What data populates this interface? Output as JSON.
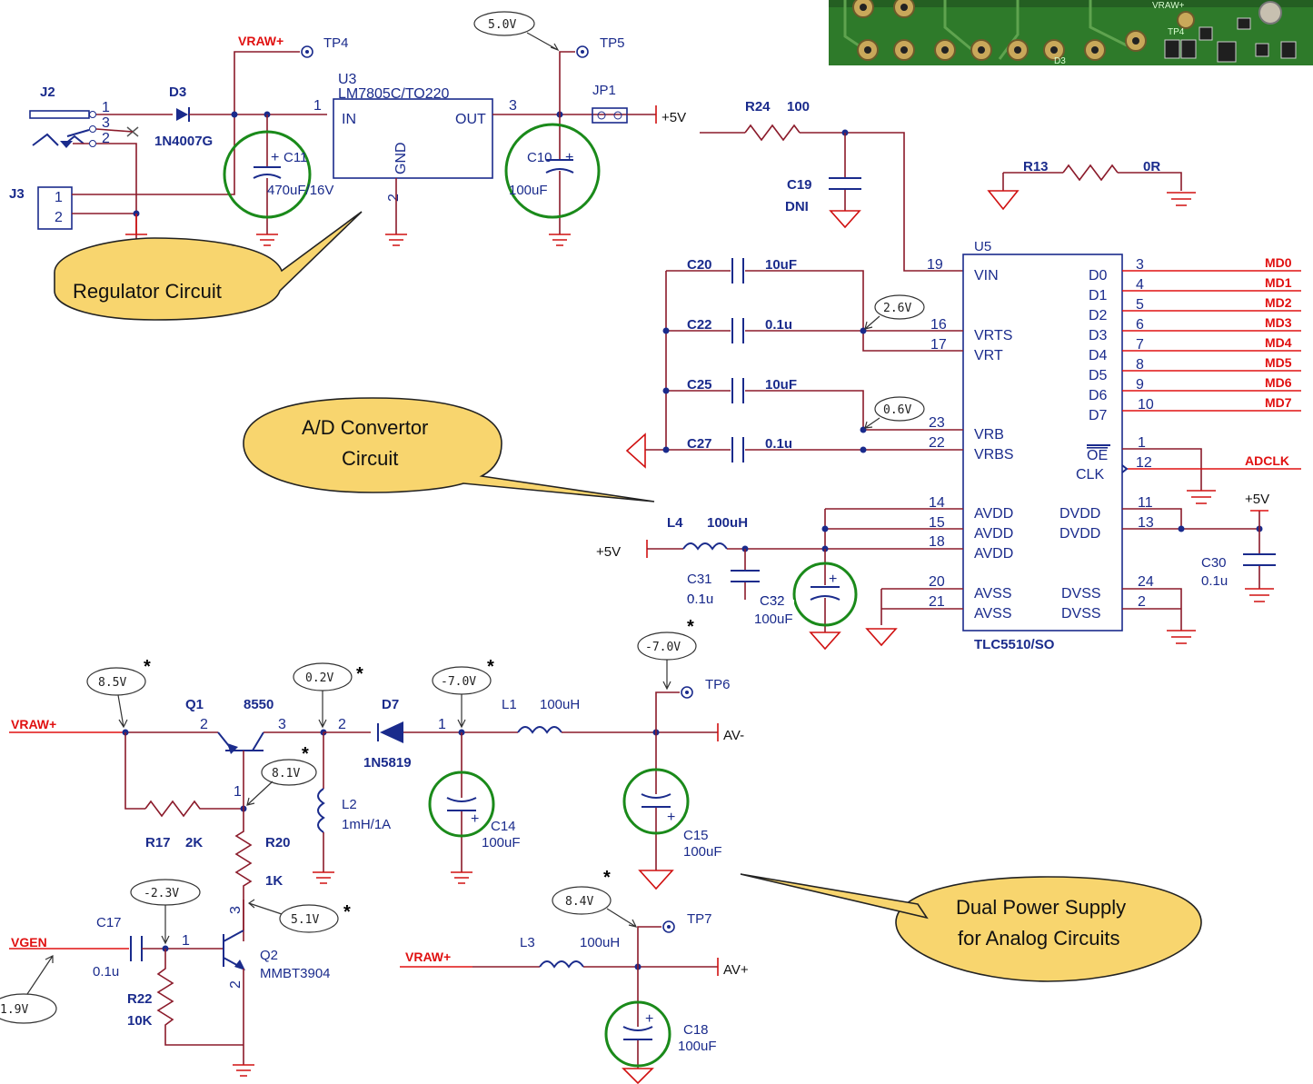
{
  "regulator": {
    "j2": "J2",
    "j3": "J3",
    "d3": "D3",
    "d3_part": "1N4007G",
    "u3": "U3",
    "u3_part": "LM7805C/TO220",
    "pin_in": "IN",
    "pin_out": "OUT",
    "pin_gnd": "GND",
    "c11": "C11",
    "c11_val": "470uF/16V",
    "c10": "C10",
    "c10_val": "100uF",
    "jp1": "JP1",
    "tp4": "TP4",
    "tp5": "TP5",
    "vraw": "VRAW+",
    "plus5v": "+5V",
    "meas_5v": "5.0V",
    "j2_pins": [
      "1",
      "3",
      "2"
    ],
    "j3_pins": [
      "1",
      "2"
    ],
    "u3_pins": [
      "1",
      "3",
      "2"
    ]
  },
  "adc": {
    "r24": "R24",
    "r24_val": "100",
    "c19": "C19",
    "c19_val": "DNI",
    "r13": "R13",
    "r13_val": "0R",
    "u5": "U5",
    "u5_part": "TLC5510/SO",
    "c20": "C20",
    "c20_val": "10uF",
    "c22": "C22",
    "c22_val": "0.1u",
    "c25": "C25",
    "c25_val": "10uF",
    "c27": "C27",
    "c27_val": "0.1u",
    "l4": "L4",
    "l4_val": "100uH",
    "c31": "C31",
    "c31_val": "0.1u",
    "c32": "C32",
    "c32_val": "100uF",
    "c30": "C30",
    "c30_val": "0.1u",
    "plus5v": "+5V",
    "meas_vrts": "2.6V",
    "meas_vrb": "0.6V",
    "left_pins": [
      {
        "num": "19",
        "name": "VIN"
      },
      {
        "num": "16",
        "name": "VRTS"
      },
      {
        "num": "17",
        "name": "VRT"
      },
      {
        "num": "23",
        "name": "VRB"
      },
      {
        "num": "22",
        "name": "VRBS"
      },
      {
        "num": "14",
        "name": "AVDD"
      },
      {
        "num": "15",
        "name": "AVDD"
      },
      {
        "num": "18",
        "name": "AVDD"
      },
      {
        "num": "20",
        "name": "AVSS"
      },
      {
        "num": "21",
        "name": "AVSS"
      }
    ],
    "right_pins": [
      {
        "num": "3",
        "name": "D0",
        "net": "MD0"
      },
      {
        "num": "4",
        "name": "D1",
        "net": "MD1"
      },
      {
        "num": "5",
        "name": "D2",
        "net": "MD2"
      },
      {
        "num": "6",
        "name": "D3",
        "net": "MD3"
      },
      {
        "num": "7",
        "name": "D4",
        "net": "MD4"
      },
      {
        "num": "8",
        "name": "D5",
        "net": "MD5"
      },
      {
        "num": "9",
        "name": "D6",
        "net": "MD6"
      },
      {
        "num": "10",
        "name": "D7",
        "net": "MD7"
      },
      {
        "num": "1",
        "name": "OE",
        "net": ""
      },
      {
        "num": "12",
        "name": "CLK",
        "net": "ADCLK"
      },
      {
        "num": "11",
        "name": "DVDD",
        "net": ""
      },
      {
        "num": "13",
        "name": "DVDD",
        "net": ""
      },
      {
        "num": "24",
        "name": "DVSS",
        "net": ""
      },
      {
        "num": "2",
        "name": "DVSS",
        "net": ""
      }
    ]
  },
  "supply": {
    "vraw": "VRAW+",
    "vgen": "VGEN",
    "q1": "Q1",
    "q1_part": "8550",
    "q2": "Q2",
    "q2_part": "MMBT3904",
    "d7": "D7",
    "d7_part": "1N5819",
    "l1": "L1",
    "l1_val": "100uH",
    "l2": "L2",
    "l2_val": "1mH/1A",
    "l3": "L3",
    "l3_val": "100uH",
    "r17": "R17",
    "r17_val": "2K",
    "r20": "R20",
    "r20_val": "1K",
    "r22": "R22",
    "r22_val": "10K",
    "c17": "C17",
    "c17_val": "0.1u",
    "c14": "C14",
    "c14_val": "100uF",
    "c15": "C15",
    "c15_val": "100uF",
    "c18": "C18",
    "c18_val": "100uF",
    "tp6": "TP6",
    "tp7": "TP7",
    "av_minus": "AV-",
    "av_plus": "AV+",
    "meas": {
      "v85": "8.5V",
      "v02": "0.2V",
      "vm7a": "-7.0V",
      "vm7b": "-7.0V",
      "v81": "8.1V",
      "vm23": "-2.3V",
      "v51": "5.1V",
      "v84": "8.4V",
      "v19": "1.9V"
    },
    "star": "*",
    "pins": {
      "q1_b": "1",
      "q1_e": "2",
      "q1_c": "3",
      "d7_a": "2",
      "d7_k": "1",
      "q2_b": "1",
      "q2_c": "3",
      "q2_e": "2"
    }
  },
  "callouts": {
    "regulator": "Regulator Circuit",
    "adc_line1": "A/D Convertor",
    "adc_line2": "Circuit",
    "supply_line1": "Dual Power Supply",
    "supply_line2": "for Analog Circuits"
  },
  "photo": {
    "label_tp4": "TP4",
    "label_vraw": "VRAW+",
    "label_d3": "D3"
  }
}
